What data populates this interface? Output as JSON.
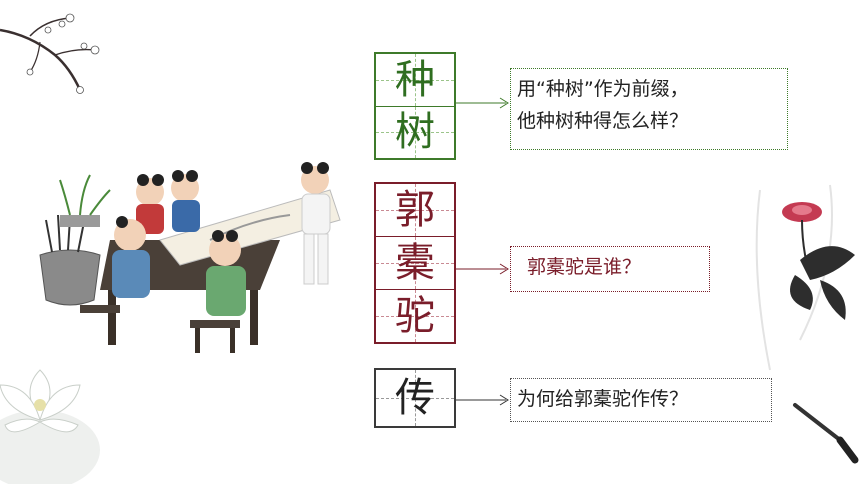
{
  "colors": {
    "green": "#2f6e20",
    "red": "#7a1d2a",
    "black": "#222222"
  },
  "title_chars": {
    "group1": [
      "种",
      "树"
    ],
    "group2": [
      "郭",
      "橐",
      "驼"
    ],
    "group3": [
      "传"
    ]
  },
  "questions": {
    "q1_line1": "用“种树”作为前缀，",
    "q1_line2": "他种树种得怎么样？",
    "q2": "郭橐驼是谁？",
    "q3": "为何给郭橐驼作传？"
  },
  "decorations": {
    "illustration": "children-painting-scroll-illustration",
    "plum": "plum-blossom-branch-icon",
    "lotus": "lotus-flower-icon",
    "ink_flower": "ink-painted-flower-icon",
    "brush": "calligraphy-brush-icon"
  }
}
